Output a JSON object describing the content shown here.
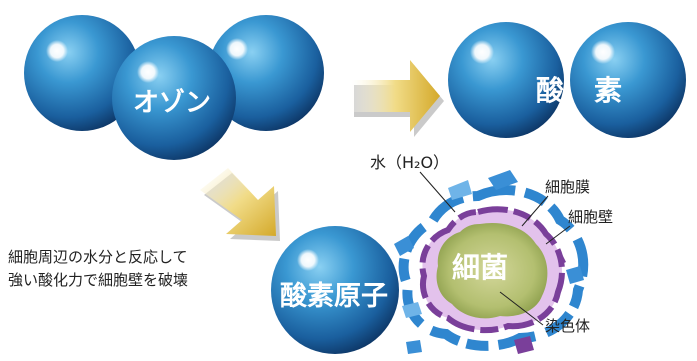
{
  "labels": {
    "ozone": "オゾン",
    "oxygen_left": "酸",
    "oxygen_right": "素",
    "oxygen_atom": "酸素原子",
    "water": "水（H₂O）",
    "cell_membrane": "細胞膜",
    "cell_wall": "細胞壁",
    "bacteria": "細菌",
    "chromosome": "染色体",
    "description_line1": "細胞周辺の水分と反応して",
    "description_line2": "強い酸化力で細胞壁を破壊"
  },
  "colors": {
    "sphere_light": "#5fb6e6",
    "sphere_mid": "#1f78b8",
    "sphere_dark": "#0c3d72",
    "arrow_light": "#f4e5a0",
    "arrow_dark": "#c6a22a",
    "bacteria_core": "#b5c273",
    "cell_purple": "#7a3f9a",
    "cell_blue": "#2c7cc4"
  }
}
